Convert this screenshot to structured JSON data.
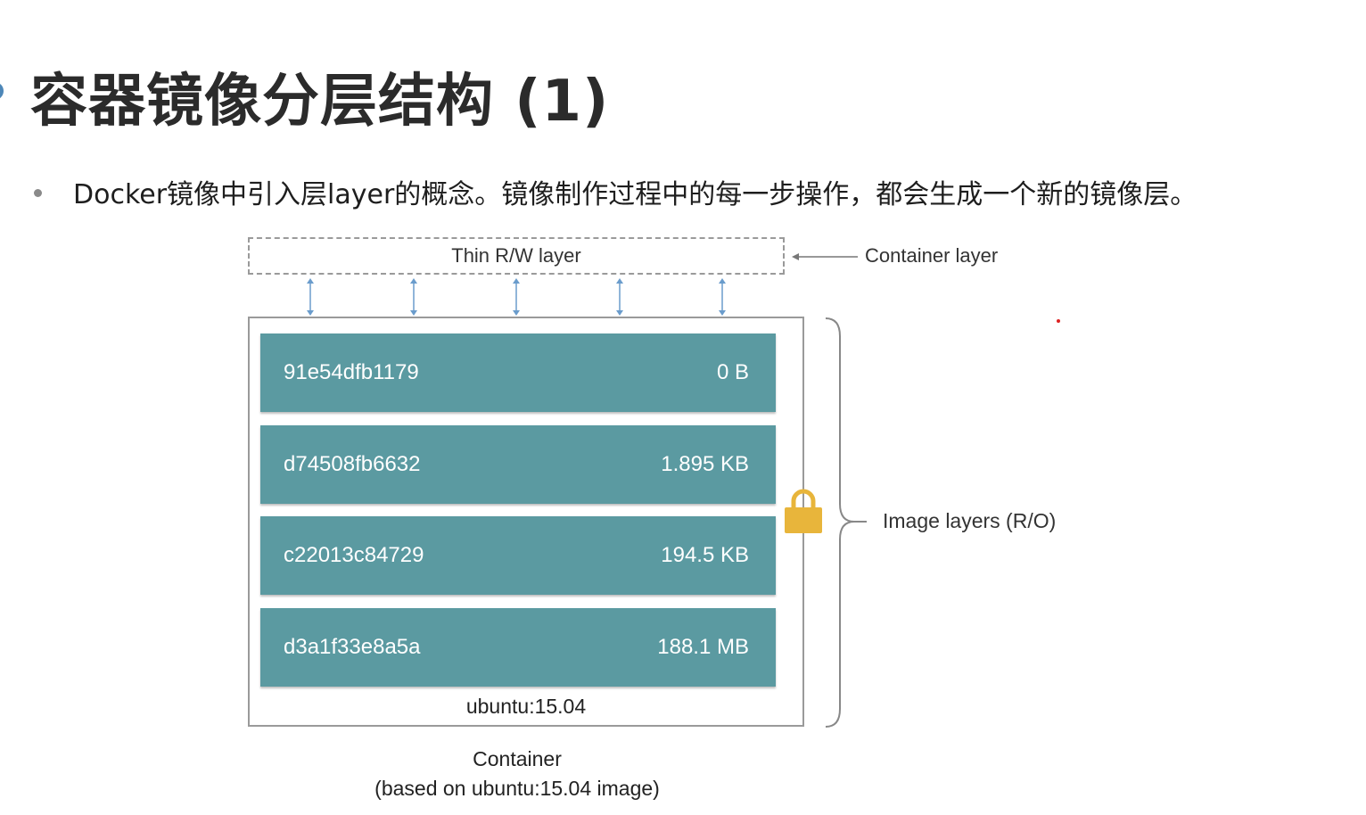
{
  "slide": {
    "title": "容器镜像分层结构 (1)",
    "bullet": "Docker镜像中引入层layer的概念。镜像制作过程中的每一步操作，都会生成一个新的镜像层。"
  },
  "diagram": {
    "rw_layer_label": "Thin R/W layer",
    "container_layer_label": "Container layer",
    "image_layers_label": "Image layers (R/O)",
    "layers": [
      {
        "id": "91e54dfb1179",
        "size": "0 B"
      },
      {
        "id": "d74508fb6632",
        "size": "1.895 KB"
      },
      {
        "id": "c22013c84729",
        "size": "194.5 KB"
      },
      {
        "id": "d3a1f33e8a5a",
        "size": "188.1 MB"
      }
    ],
    "image_name": "ubuntu:15.04",
    "caption_line1": "Container",
    "caption_line2": "(based on ubuntu:15.04 image)",
    "colors": {
      "layer_fill": "#5b9aa1",
      "lock": "#e8b53b",
      "arrow": "#6a9ccc",
      "border": "#9a9a9a"
    },
    "icons": [
      "lock-icon",
      "arrow-icon",
      "brace-icon"
    ]
  }
}
